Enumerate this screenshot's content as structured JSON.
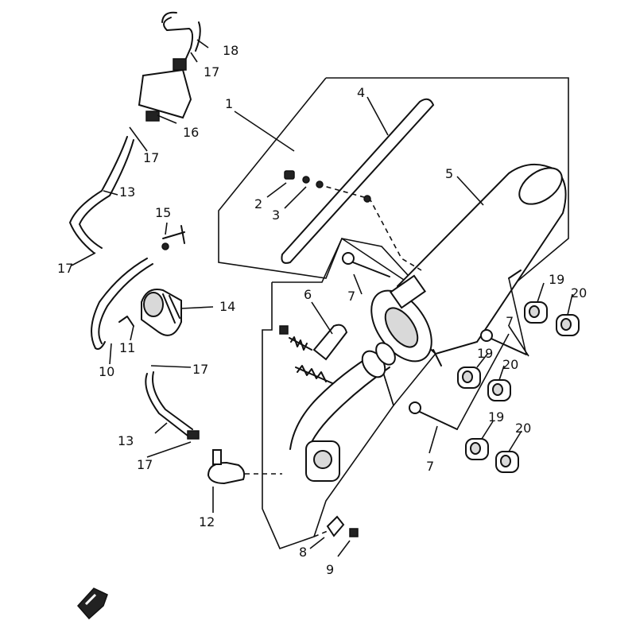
{
  "callouts": {
    "c1": "1",
    "c2": "2",
    "c3": "3",
    "c4": "4",
    "c5": "5",
    "c6": "6",
    "c7a": "7",
    "c7b": "7",
    "c7c": "7",
    "c8": "8",
    "c9": "9",
    "c10": "10",
    "c11": "11",
    "c12": "12",
    "c13a": "13",
    "c13b": "13",
    "c14": "14",
    "c15": "15",
    "c16": "16",
    "c17a": "17",
    "c17b": "17",
    "c17c": "17",
    "c17d": "17",
    "c17e": "17",
    "c18": "18",
    "c19a": "19",
    "c19b": "19",
    "c19c": "19",
    "c20a": "20",
    "c20b": "20",
    "c20c": "20"
  },
  "icons": [
    "front-direction-arrow-icon"
  ]
}
